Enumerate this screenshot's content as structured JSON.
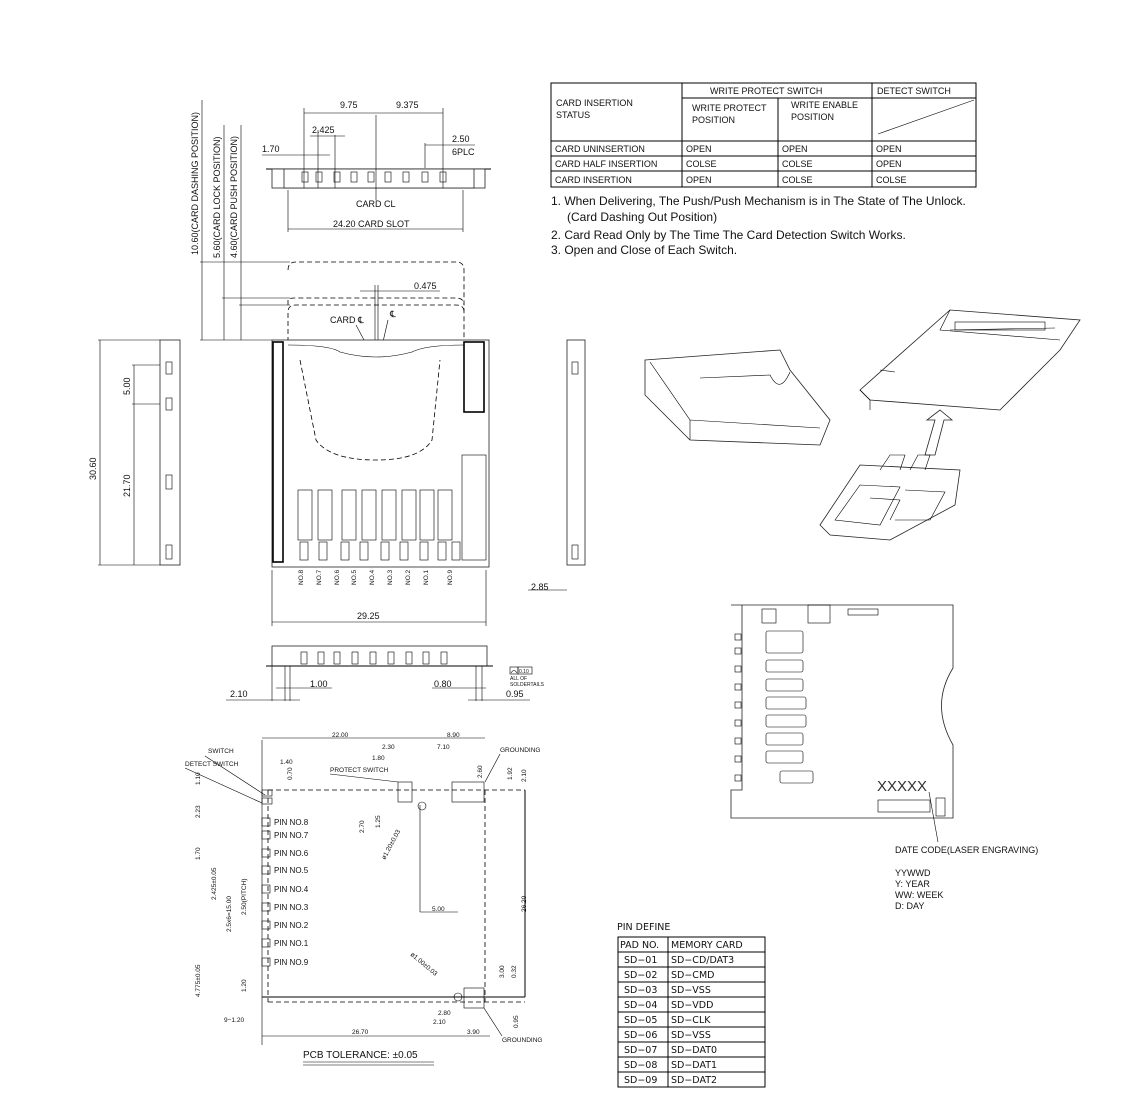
{
  "switch_table": {
    "col_status": "CARD INSERTION",
    "col_status_2": "STATUS",
    "group_write": "WRITE PROTECT SWITCH",
    "group_detect": "DETECT SWITCH",
    "sub_protect_1": "WRITE PROTECT",
    "sub_protect_2": "POSITION",
    "sub_enable_1": "WRITE ENABLE",
    "sub_enable_2": "POSITION",
    "rows": [
      [
        "CARD UNINSERTION",
        "OPEN",
        "OPEN",
        "OPEN"
      ],
      [
        "CARD HALF INSERTION",
        "COLSE",
        "COLSE",
        "OPEN"
      ],
      [
        "CARD INSERTION",
        "OPEN",
        "COLSE",
        "COLSE"
      ]
    ]
  },
  "notes": [
    "1. When Delivering, The Push/Push Mechanism is in The State of The Unlock.",
    "(Card Dashing Out Position)",
    "2. Card Read Only by The Time The Card Detection Switch Works.",
    "3. Open and Close of Each Switch."
  ],
  "top_view": {
    "d_975": "9.75",
    "d_9375": "9.375",
    "d_2425": "2.425",
    "d_170": "1.70",
    "d_250": "2.50",
    "d_6plc": "6PLC",
    "card_cl": "CARD  CL",
    "card_slot": "24.20  CARD  SLOT",
    "dashing": "10.60(CARD DASHING POSITION)",
    "lock": "5.60(CARD LOCK POSITION)",
    "push": "4.60(CARD PUSH POSITION)",
    "d_0475": "0.475",
    "card_cl_sym": "CARD ℄",
    "cl_sym": "℄"
  },
  "plan_view": {
    "d_3060": "30.60",
    "d_2170": "21.70",
    "d_500": "5.00",
    "d_285": "2.85",
    "d_2925": "29.25",
    "pins": [
      "NO.8",
      "NO.7",
      "NO.6",
      "NO.5",
      "NO.4",
      "NO.3",
      "NO.2",
      "NO.1",
      "NO.9"
    ]
  },
  "front_view": {
    "d_100": "1.00",
    "d_210": "2.10",
    "d_080": "0.80",
    "d_095": "0.95",
    "flatness": "0.10",
    "all_of": "ALL OF",
    "soldertails": "SOLDERTAILS"
  },
  "pcb_layout": {
    "switch": "SWITCH",
    "detect_switch": "DETECT SWITCH",
    "protect_switch": "PROTECT SWITCH",
    "grounding_top": "GROUNDING",
    "grounding_bottom": "GROUNDING",
    "d_2200": "22.00",
    "d_890": "8.90",
    "d_230": "2.30",
    "d_710": "7.10",
    "d_180": "1.80",
    "d_140": "1.40",
    "d_070": "0.70",
    "d_110": "1.10",
    "d_223": "2.23",
    "d_170": "1.70",
    "d_2425": "2.425±0.05",
    "d_1500": "2.5x6=15.00",
    "d_pitch": "2.50(PITCH)",
    "d_4775": "4.775±0.05",
    "d_120": "1.20",
    "d_9_120": "9−1.20",
    "d_260": "2.60",
    "d_192": "1.92",
    "d_210a": "2.10",
    "d_270": "2.70",
    "d_125": "1.25",
    "hole_120": "ø1.20±0.03",
    "d_500": "5.00",
    "d_2620": "26.20",
    "hole_100": "ø1.00±0.03",
    "d_300": "3.00",
    "d_032": "0.32",
    "d_280": "2.80",
    "d_210b": "2.10",
    "d_095": "0.95",
    "d_2670": "26.70",
    "d_390": "3.90",
    "tolerance": "PCB  TOLERANCE: ±0.05",
    "pins": [
      "PIN  NO.8",
      "PIN  NO.7",
      "PIN  NO.6",
      "PIN  NO.5",
      "PIN  NO.4",
      "PIN  NO.3",
      "PIN  NO.2",
      "PIN  NO.1",
      "PIN  NO.9"
    ]
  },
  "bottom_view": {
    "marking": "XXXXX",
    "date_code": "DATE  CODE(LASER  ENGRAVING)",
    "format": "YYWWD",
    "y": "Y:   YEAR",
    "ww": "WW: WEEK",
    "d": "D:   DAY"
  },
  "pin_define": {
    "title": "PIN  DEFINE",
    "headers": [
      "PAD  NO.",
      "MEMORY  CARD"
    ],
    "rows": [
      [
        "SD−01",
        "SD−CD/DAT3"
      ],
      [
        "SD−02",
        "SD−CMD"
      ],
      [
        "SD−03",
        "SD−VSS"
      ],
      [
        "SD−04",
        "SD−VDD"
      ],
      [
        "SD−05",
        "SD−CLK"
      ],
      [
        "SD−06",
        "SD−VSS"
      ],
      [
        "SD−07",
        "SD−DAT0"
      ],
      [
        "SD−08",
        "SD−DAT1"
      ],
      [
        "SD−09",
        "SD−DAT2"
      ]
    ]
  }
}
